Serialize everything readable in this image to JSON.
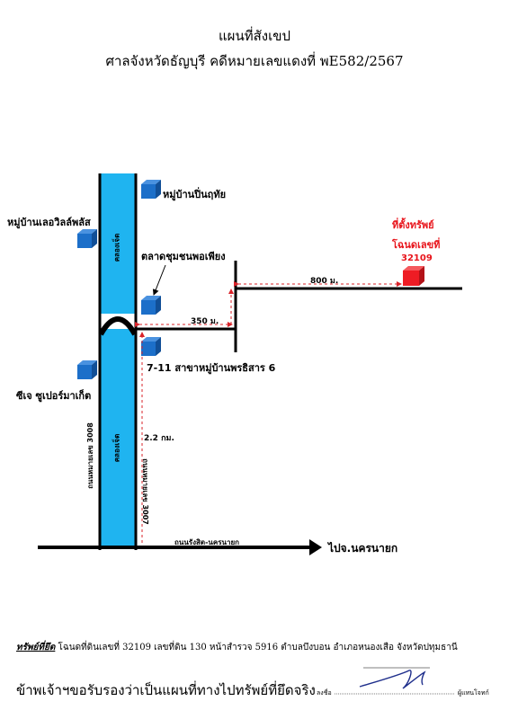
{
  "header": {
    "title": "แผนที่สังเขป",
    "subtitle": "ศาลจังหวัดธัญบุรี คดีหมายเลขแดงที่ พE582/2567"
  },
  "map": {
    "landmarks": {
      "village_pin": "หมู่บ้านปิ่นฤทัย",
      "village_lay": "หมู่บ้านเลอวิลล์พลัส",
      "market": "ตลาดชุมชนพอเพียง",
      "seven_eleven": "7-11 สาขาหมู่บ้านพรธิสาร 6",
      "big_c": "ซีเจ ซูเปอร์มาเก็ต"
    },
    "property": {
      "line1": "ที่ตั้งทรัพย์",
      "line2": "โฉนดเลขที่",
      "deed_no": "32109"
    },
    "canal_upper": "คลองเจ็ด",
    "canal_lower": "คลองเจ็ด",
    "road_3008": "ถนนหมายเลข 3008",
    "road_3007": "ถนนหมายเลข 3007",
    "road_bottom": "ถนนรังสิต-นครนายก",
    "to_destination": "ไปจ.นครนายก",
    "distances": {
      "d800": "800 ม.",
      "d350": "350 ม.",
      "d22": "2.2 กม."
    },
    "colors": {
      "canal": "#1fb4f0",
      "marker_blue": "#1c6fc9",
      "property_red": "#ee1c24",
      "dashed_red": "#d9232a"
    }
  },
  "footer": {
    "property_heading": "ทรัพย์ที่ยึด",
    "property_text": "โฉนดที่ดินเลขที่ 32109 เลขที่ดิน 130 หน้าสำรวจ 5916 ตำบลบึงบอน อำเภอหนองเสือ จังหวัดปทุมธานี",
    "certify": "ข้าพเจ้าฯขอรับรองว่าเป็นแผนที่ทางไปทรัพย์ที่ยึดจริง",
    "sign_prefix": "ลงชื่อ",
    "sign_role": "ผู้แทนโจทก์"
  }
}
